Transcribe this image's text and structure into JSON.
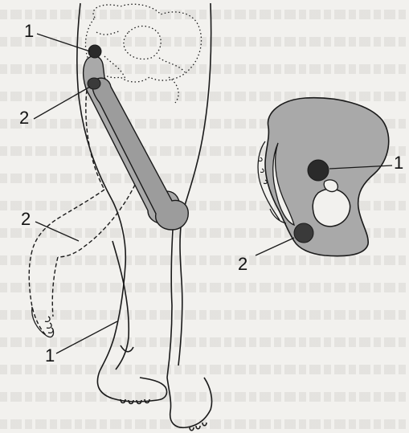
{
  "labels": {
    "leg_head": "1",
    "leg_acetabulum": "2",
    "leg_ghost_limb": "2",
    "leg_lower": "1",
    "pelvis_head": "1",
    "pelvis_socket": "2"
  },
  "colors": {
    "bone_fill": "#a9a9a9",
    "joint_dark": "#2a2a2a",
    "line": "#1a1a1a",
    "paper": "#f2f1ee"
  }
}
